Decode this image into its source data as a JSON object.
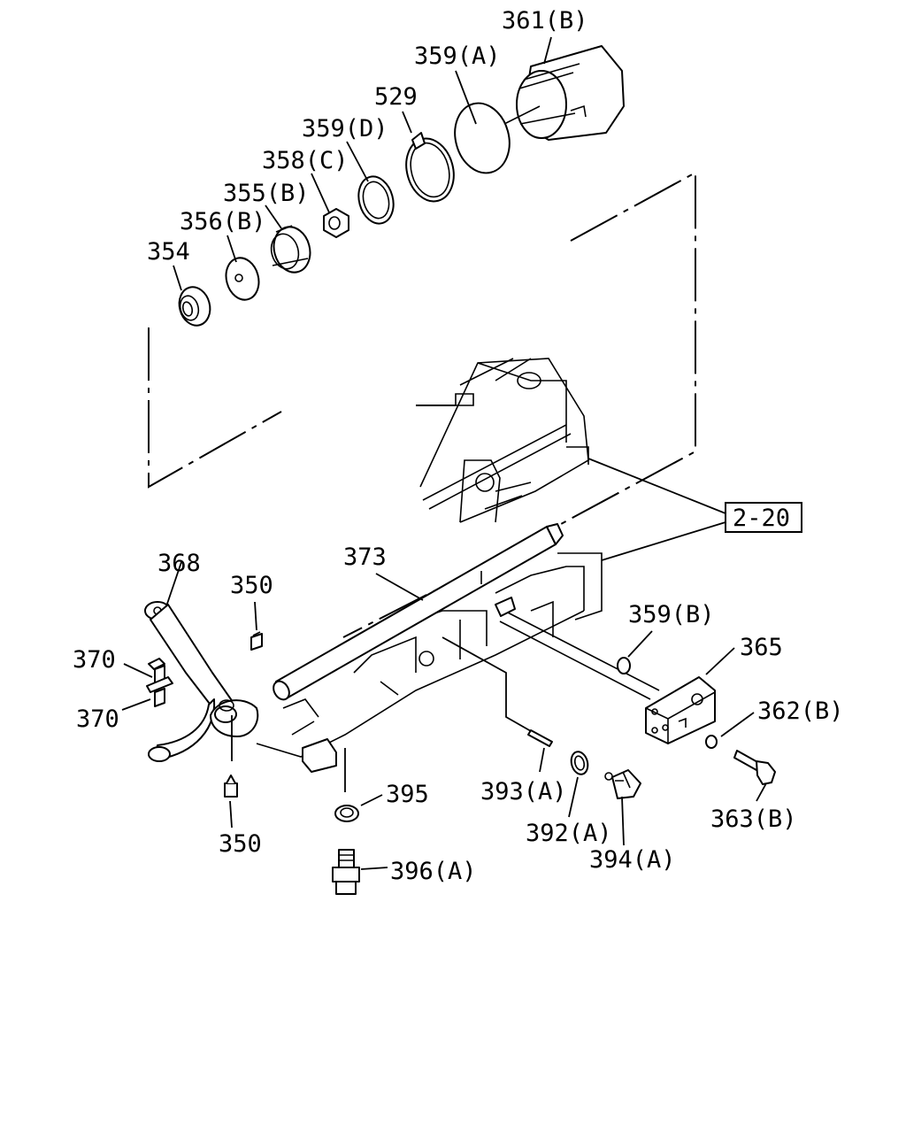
{
  "diagram": {
    "labels": {
      "p361b": "361(B)",
      "p359a": "359(A)",
      "p529": "529",
      "p359d": "359(D)",
      "p358c": "358(C)",
      "p355b": "355(B)",
      "p356b": "356(B)",
      "p354": "354",
      "ref220": "2-20",
      "p368": "368",
      "p350_top": "350",
      "p373": "373",
      "p359b": "359(B)",
      "p365": "365",
      "p370_top": "370",
      "p370_bottom": "370",
      "p362b": "362(B)",
      "p395": "395",
      "p393a": "393(A)",
      "p363b": "363(B)",
      "p350_bottom": "350",
      "p392a": "392(A)",
      "p394a": "394(A)",
      "p396a": "396(A)"
    }
  }
}
